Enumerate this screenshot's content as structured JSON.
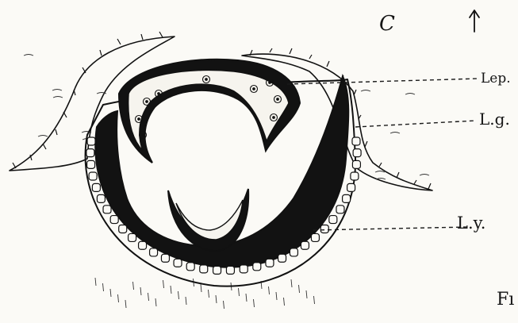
{
  "figure": {
    "panel_letter": "C",
    "orientation_arrow": "↑",
    "corner_label": "Fı"
  },
  "labels": [
    {
      "id": "lep",
      "text": "Lep."
    },
    {
      "id": "lg",
      "text": "L.g."
    },
    {
      "id": "ly",
      "text": "L.y."
    }
  ],
  "colors": {
    "ink": "#111111",
    "paper": "#fbfaf6"
  }
}
